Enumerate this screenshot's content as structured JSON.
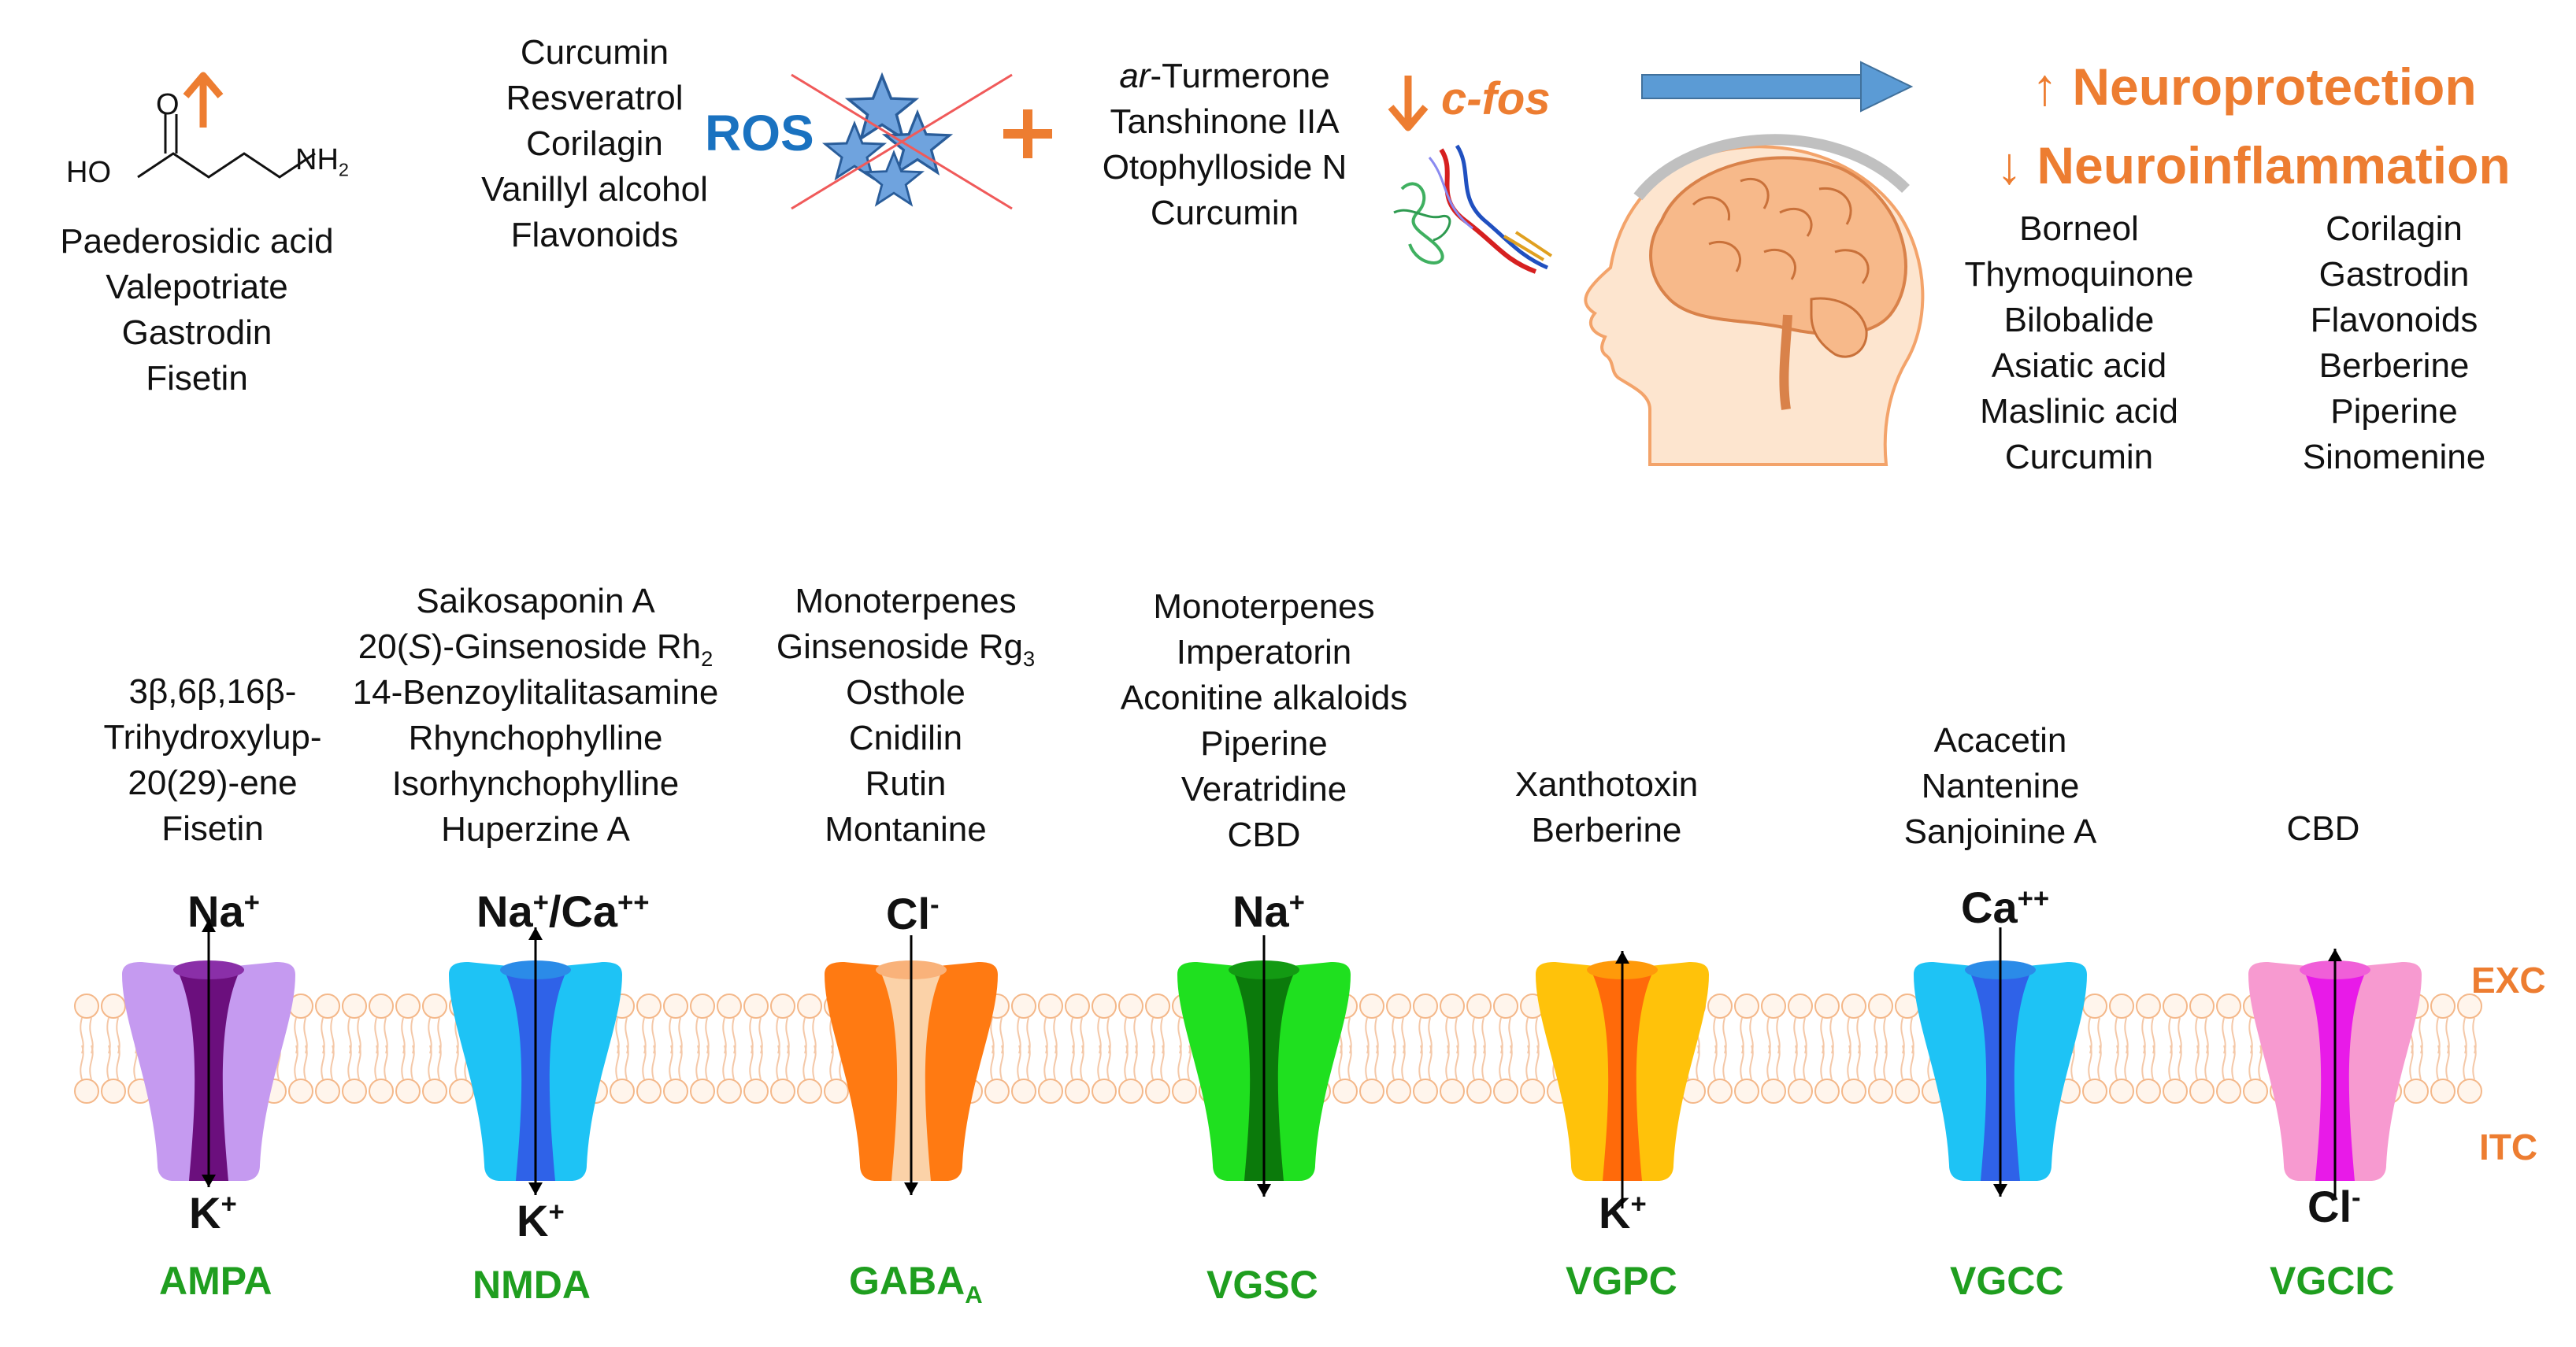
{
  "gaba_molecule": {
    "ho": "HO",
    "o": "O",
    "nh2": "NH",
    "nh2_sub": "2",
    "compounds": [
      "Paederosidic acid",
      "Valepotriate",
      "Gastrodin",
      "Fisetin"
    ]
  },
  "ros_panel": {
    "compounds": [
      "Curcumin",
      "Resveratrol",
      "Corilagin",
      "Vanillyl alcohol",
      "Flavonoids"
    ],
    "label": "ROS"
  },
  "cfos_panel": {
    "compounds_italic_prefix": "ar",
    "compounds": [
      "-Turmerone",
      "Tanshinone IIA",
      "Otophylloside N",
      "Curcumin"
    ],
    "label": "c-fos"
  },
  "outcome": {
    "neuroprotection": "Neuroprotection",
    "neuroinflammation": "Neuroinflammation",
    "col_left": [
      "Borneol",
      "Thymoquinone",
      "Bilobalide",
      "Asiatic acid",
      "Maslinic acid",
      "Curcumin"
    ],
    "col_right": [
      "Corilagin",
      "Gastrodin",
      "Flavonoids",
      "Berberine",
      "Piperine",
      "Sinomenine"
    ]
  },
  "membrane": {
    "exc": "EXC",
    "itc": "ITC"
  },
  "channels": [
    {
      "label": "AMPA",
      "label_sub": "",
      "ion_top": "Na",
      "ion_top_sup": "+",
      "ion_top_extra": "",
      "ion_top_extra_sup": "",
      "ion_bottom": "K",
      "ion_bottom_sup": "+",
      "compounds": [
        "3β,6β,16β-",
        "Trihydroxylup-",
        "20(29)-ene",
        "Fisetin"
      ],
      "colors": {
        "outer": "#c59af0",
        "inner": "#6b0f7d",
        "lip": "#8a2fa8"
      }
    },
    {
      "label": "NMDA",
      "label_sub": "",
      "ion_top": "Na",
      "ion_top_sup": "+",
      "ion_top_extra": "/Ca",
      "ion_top_extra_sup": "++",
      "ion_bottom": "K",
      "ion_bottom_sup": "+",
      "compounds": [
        "Saikosaponin A",
        "20(S)-Ginsenoside Rh2",
        "14-Benzoylitalitasamine",
        "Rhynchophylline",
        "Isorhynchophylline",
        "Huperzine A"
      ],
      "colors": {
        "outer": "#1ec3f5",
        "inner": "#2f62e8",
        "lip": "#2b8be8"
      }
    },
    {
      "label": "GABA",
      "label_sub": "A",
      "ion_top": "Cl",
      "ion_top_sup": "-",
      "ion_top_extra": "",
      "ion_top_extra_sup": "",
      "ion_bottom": "",
      "ion_bottom_sup": "",
      "compounds": [
        "Monoterpenes",
        "Ginsenoside Rg3",
        "Osthole",
        "Cnidilin",
        "Rutin",
        "Montanine"
      ],
      "colors": {
        "outer": "#ff7a12",
        "inner": "#fbd2a8",
        "lip": "#f9b27a"
      }
    },
    {
      "label": "VGSC",
      "label_sub": "",
      "ion_top": "Na",
      "ion_top_sup": "+",
      "ion_top_extra": "",
      "ion_top_extra_sup": "",
      "ion_bottom": "",
      "ion_bottom_sup": "",
      "compounds": [
        "Monoterpenes",
        "Imperatorin",
        "Aconitine alkaloids",
        "Piperine",
        "Veratridine",
        "CBD"
      ],
      "colors": {
        "outer": "#1fe01f",
        "inner": "#0b7a0b",
        "lip": "#139a13"
      }
    },
    {
      "label": "VGPC",
      "label_sub": "",
      "ion_top": "",
      "ion_top_sup": "",
      "ion_top_extra": "",
      "ion_top_extra_sup": "",
      "ion_bottom": "K",
      "ion_bottom_sup": "+",
      "compounds": [
        "Xanthotoxin",
        "Berberine"
      ],
      "colors": {
        "outer": "#ffc20a",
        "inner": "#ff6a0a",
        "lip": "#ff9a0a"
      }
    },
    {
      "label": "VGCC",
      "label_sub": "",
      "ion_top": "Ca",
      "ion_top_sup": "++",
      "ion_top_extra": "",
      "ion_top_extra_sup": "",
      "ion_bottom": "",
      "ion_bottom_sup": "",
      "compounds": [
        "Acacetin",
        "Nantenine",
        "Sanjoinine A"
      ],
      "colors": {
        "outer": "#1ec3f5",
        "inner": "#2f62e8",
        "lip": "#2b8be8"
      }
    },
    {
      "label": "VGCIC",
      "label_sub": "",
      "ion_top": "",
      "ion_top_sup": "",
      "ion_top_extra": "",
      "ion_top_extra_sup": "",
      "ion_bottom": "Cl",
      "ion_bottom_sup": "-",
      "compounds": [
        "CBD"
      ],
      "colors": {
        "outer": "#f79ad0",
        "inner": "#e81ae8",
        "lip": "#f05fd8"
      }
    }
  ]
}
